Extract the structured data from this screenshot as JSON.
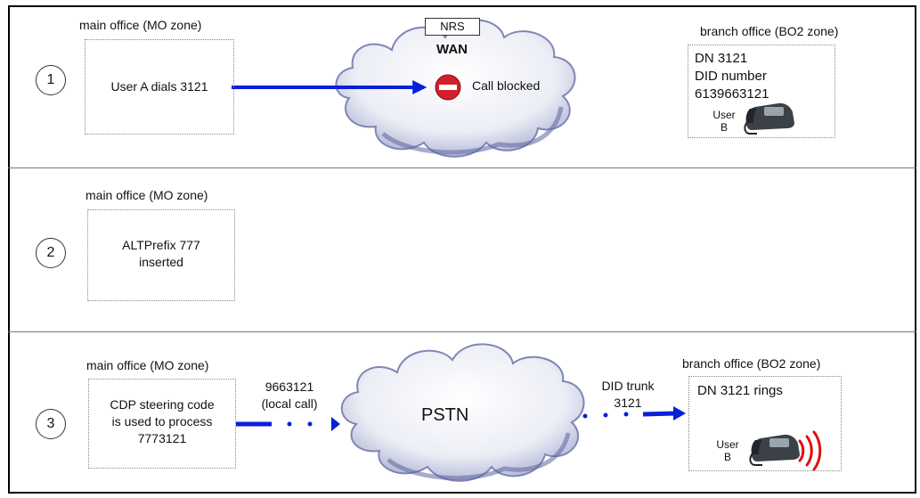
{
  "diagram": {
    "scenario1": {
      "step": "1",
      "mo_label": "main office (MO zone)",
      "mo_text": "User A dials 3121",
      "nrs": "NRS",
      "wan": "WAN",
      "blocked": "Call blocked",
      "bo_label": "branch office (BO2 zone)",
      "bo_line1": "DN 3121",
      "bo_line2": "DID number",
      "bo_line3": "6139663121",
      "user_line1": "User",
      "user_line2": "B"
    },
    "scenario2": {
      "step": "2",
      "mo_label": "main office (MO zone)",
      "mo_line1": "ALTPrefix 777",
      "mo_line2": "inserted"
    },
    "scenario3": {
      "step": "3",
      "mo_label": "main office (MO zone)",
      "mo_line1": "CDP steering code",
      "mo_line2": "is used to process",
      "mo_line3": "7773121",
      "call_line1": "9663121",
      "call_line2": "(local call)",
      "pstn": "PSTN",
      "trunk_line1": "DID trunk",
      "trunk_line2": "3121",
      "bo_label": "branch office (BO2 zone)",
      "bo_text": "DN 3121 rings",
      "user_line1": "User",
      "user_line2": "B"
    }
  }
}
